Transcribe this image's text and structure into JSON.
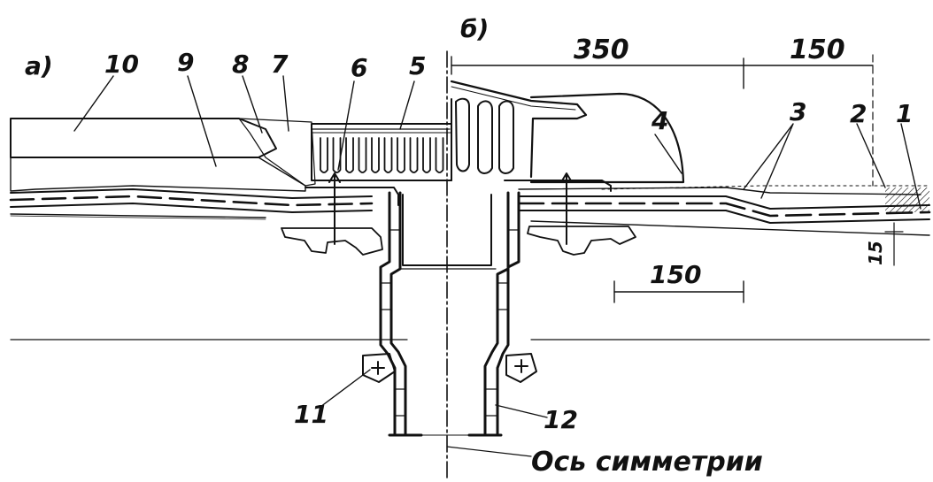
{
  "panels": {
    "a": "а)",
    "b": "б)"
  },
  "dimensions": {
    "d350": "350",
    "d150_top": "150",
    "d150_mid": "150",
    "d15": "15"
  },
  "callouts": {
    "c1": "1",
    "c2": "2",
    "c3": "3",
    "c4": "4",
    "c5": "5",
    "c6": "6",
    "c7": "7",
    "c8": "8",
    "c9": "9",
    "c10": "10",
    "c11": "11",
    "c12": "12"
  },
  "axis_label": "Ось симметрии"
}
